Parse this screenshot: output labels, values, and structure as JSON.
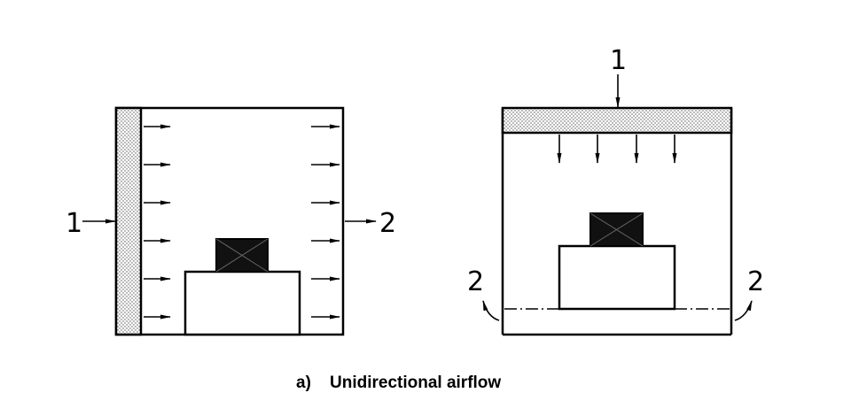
{
  "figure": {
    "caption_prefix": "a)",
    "caption_text": "Unidirectional airflow"
  },
  "left_diagram": {
    "supply_label": "1",
    "exhaust_label": "2"
  },
  "right_diagram": {
    "supply_label": "1",
    "exhaust_label_left": "2",
    "exhaust_label_right": "2"
  }
}
